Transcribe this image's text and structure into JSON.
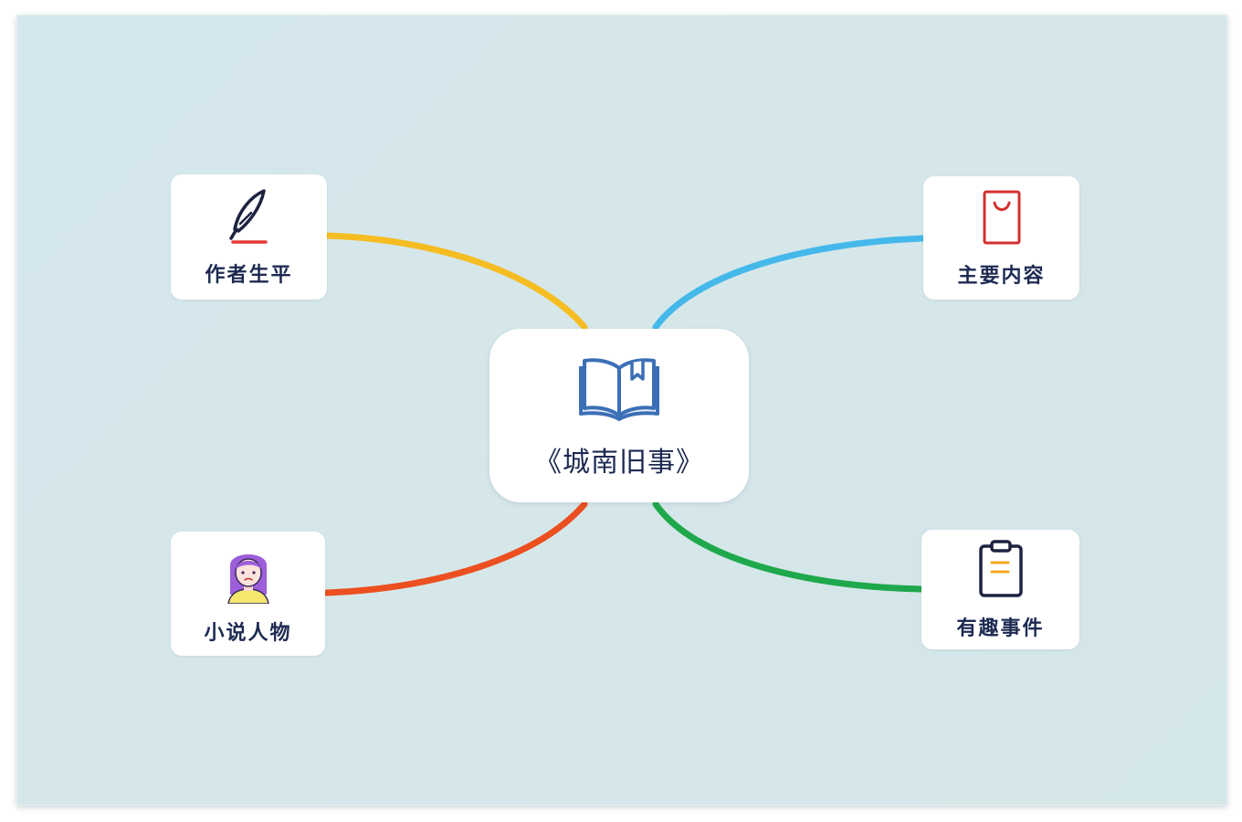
{
  "mindmap": {
    "center": {
      "title": "《城南旧事》",
      "icon": "open-book-icon",
      "icon_color": "#3b6fb6"
    },
    "branches": [
      {
        "id": "author",
        "label": "作者生平",
        "icon": "quill-pen-icon",
        "line_color": "#f5bd22"
      },
      {
        "id": "content",
        "label": "主要内容",
        "icon": "shopping-bag-icon",
        "line_color": "#45b8ea"
      },
      {
        "id": "characters",
        "label": "小说人物",
        "icon": "girl-avatar-icon",
        "line_color": "#ec4f20"
      },
      {
        "id": "events",
        "label": "有趣事件",
        "icon": "clipboard-icon",
        "line_color": "#1ea84b"
      }
    ]
  }
}
